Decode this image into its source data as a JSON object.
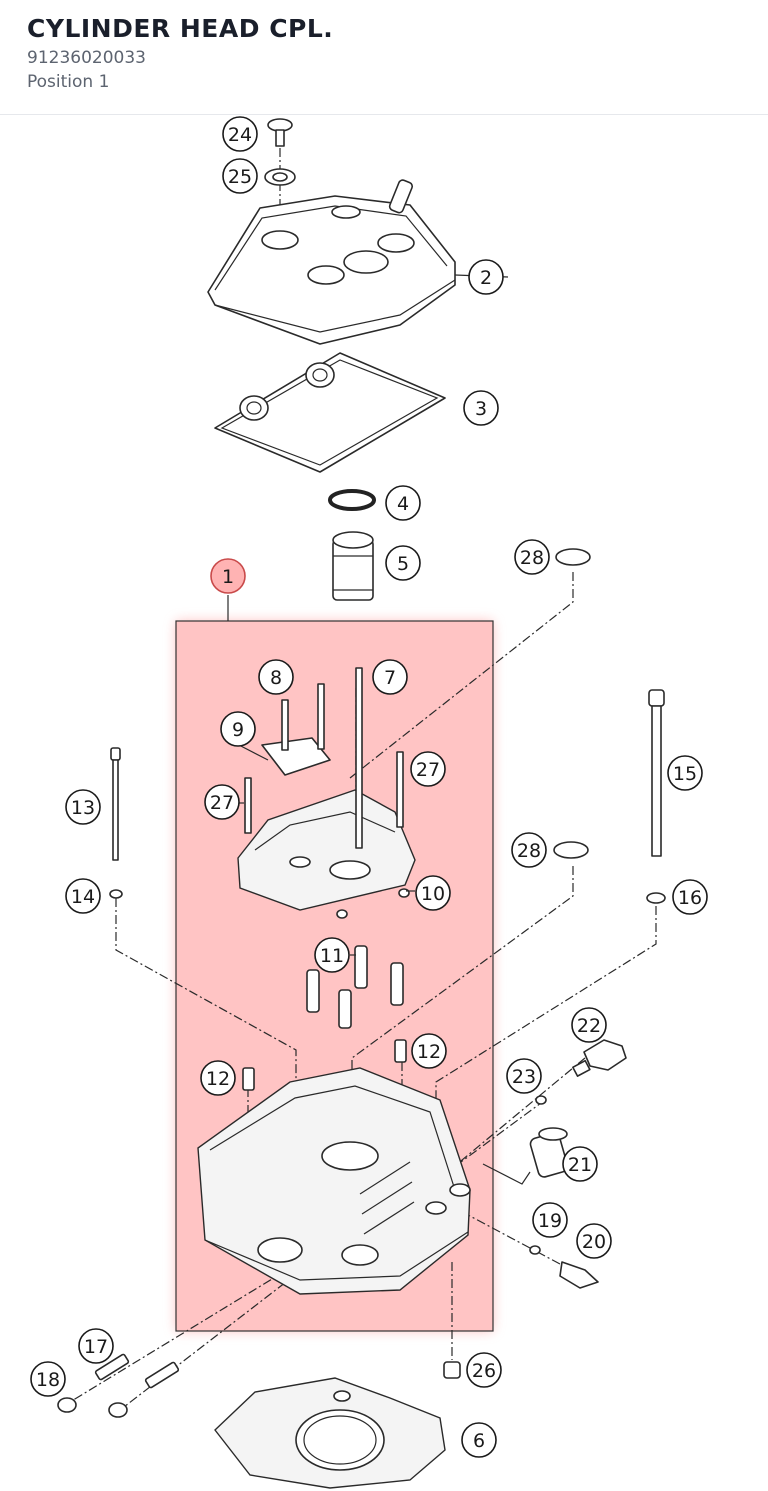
{
  "header": {
    "title": "CYLINDER HEAD CPL.",
    "part_number": "91236020033",
    "position": "Position 1"
  },
  "colors": {
    "highlight": "#ff9c9c",
    "highlight_border": "#c94a4a",
    "line": "#2a2a2a"
  },
  "diagram": {
    "selected_position": "1",
    "callouts": [
      "1",
      "2",
      "3",
      "4",
      "5",
      "6",
      "7",
      "8",
      "9",
      "10",
      "11",
      "12",
      "12",
      "13",
      "14",
      "15",
      "16",
      "17",
      "18",
      "19",
      "20",
      "21",
      "22",
      "23",
      "24",
      "25",
      "26",
      "27",
      "27",
      "28",
      "28"
    ]
  }
}
